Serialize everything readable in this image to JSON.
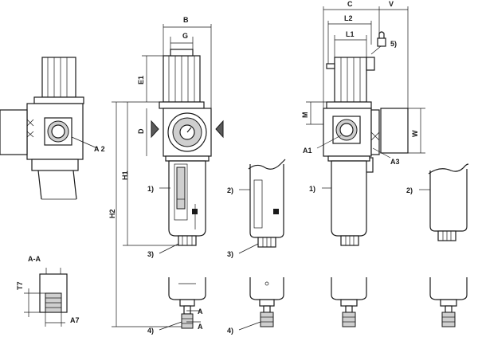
{
  "labels": {
    "A1": "A1",
    "A2": "A 2",
    "A3": "A3",
    "A7": "A7",
    "AA": "A-A",
    "A": "A",
    "B": "B",
    "C": "C",
    "D": "D",
    "E1": "E1",
    "G": "G",
    "H1": "H1",
    "H2": "H2",
    "L1": "L1",
    "L2": "L2",
    "M": "M",
    "T7": "T7",
    "V": "V",
    "W": "W"
  },
  "callouts": {
    "c1": "1)",
    "c2": "2)",
    "c3": "3)",
    "c4": "4)",
    "c5": "5)"
  }
}
